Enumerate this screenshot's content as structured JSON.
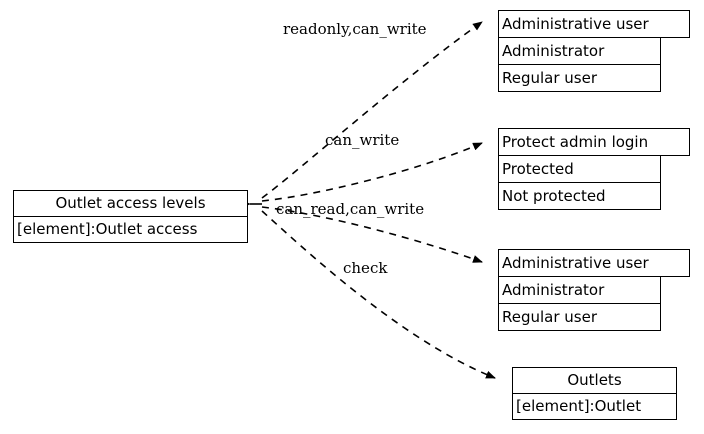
{
  "diagram": {
    "type": "entity-relationship-graph",
    "background_color": "#ffffff",
    "line_color": "#000000",
    "text_color": "#000000",
    "source_node": {
      "title": "Outlet access levels",
      "body": "[element]:Outlet access"
    },
    "target_nodes": [
      {
        "title": "Administrative user",
        "rows": [
          "Administrator",
          "Regular user"
        ]
      },
      {
        "title": "Protect admin login",
        "rows": [
          "Protected",
          "Not protected"
        ]
      },
      {
        "title": "Administrative user",
        "rows": [
          "Administrator",
          "Regular user"
        ]
      },
      {
        "title": "Outlets",
        "rows": [
          "[element]:Outlet"
        ]
      }
    ],
    "edge_labels": [
      "readonly,can_write",
      "can_write",
      "can_read,can_write",
      "check"
    ]
  }
}
